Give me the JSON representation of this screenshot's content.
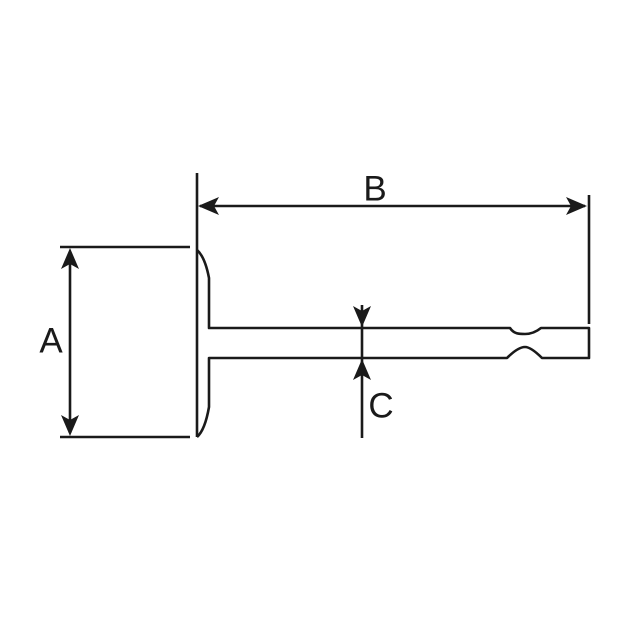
{
  "drawing": {
    "background_color": "#ffffff",
    "stroke_color": "#1a1a1a",
    "labels": {
      "dim_a": "A",
      "dim_b": "B",
      "dim_c": "C"
    }
  }
}
